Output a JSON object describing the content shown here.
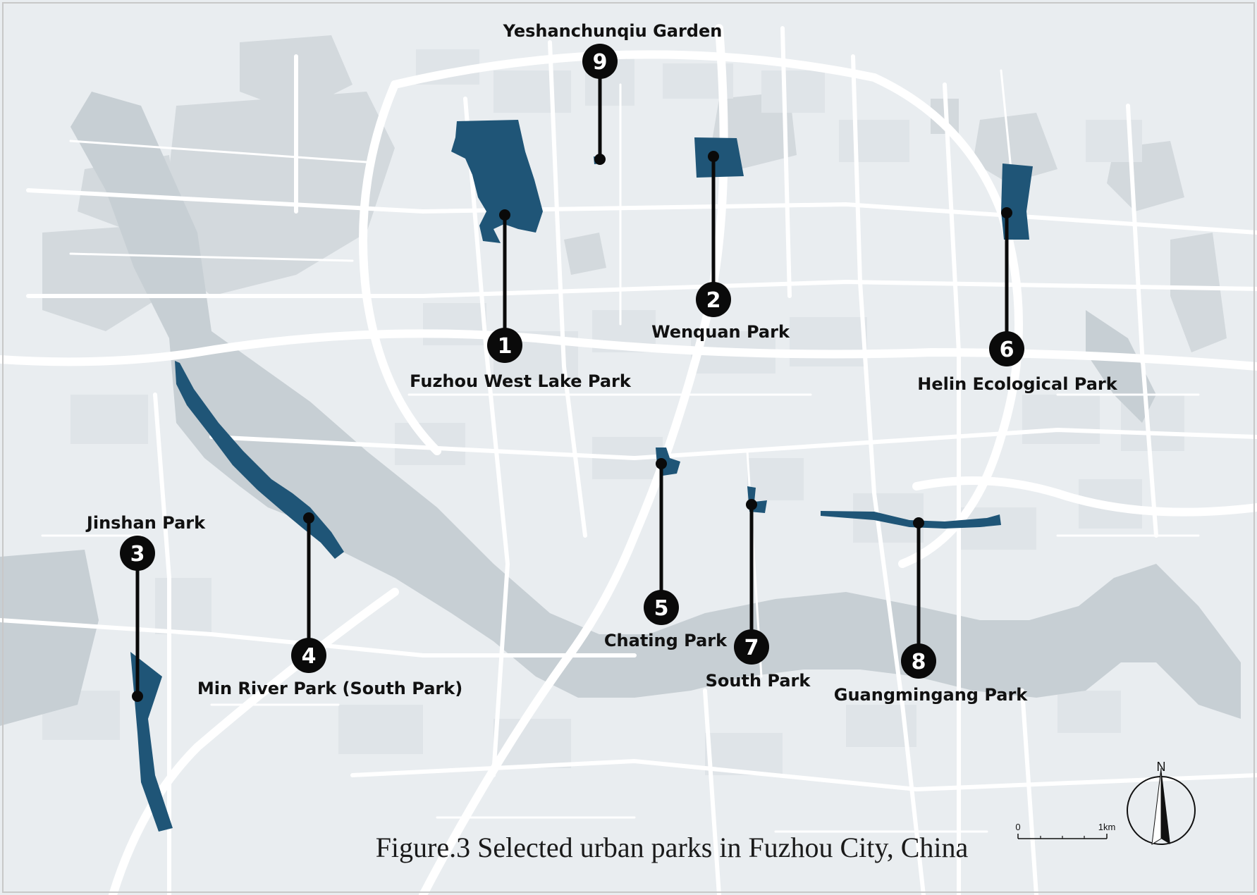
{
  "colors": {
    "land": "#e9edf0",
    "urban_block": "#dfe4e8",
    "green_area": "#d3d9dd",
    "water": "#c7cfd4",
    "road": "#ffffff",
    "park": "#1f5577",
    "marker": "#0a0a0a",
    "frame": "#c8c8c8"
  },
  "parks": [
    {
      "num": "1",
      "name": "Fuzhou West Lake Park"
    },
    {
      "num": "2",
      "name": "Wenquan Park"
    },
    {
      "num": "3",
      "name": "Jinshan Park"
    },
    {
      "num": "4",
      "name": "Min River Park (South Park)"
    },
    {
      "num": "5",
      "name": "Chating Park"
    },
    {
      "num": "6",
      "name": "Helin Ecological Park"
    },
    {
      "num": "7",
      "name": "South Park"
    },
    {
      "num": "8",
      "name": "Guangmingang Park"
    },
    {
      "num": "9",
      "name": "Yeshanchunqiu Garden"
    }
  ],
  "caption": "Figure.3 Selected urban parks in Fuzhou City, China",
  "scale_bar": {
    "start": "0",
    "end": "1km"
  },
  "north_arrow": {
    "label": "N",
    "icon": "north-arrow-icon"
  }
}
